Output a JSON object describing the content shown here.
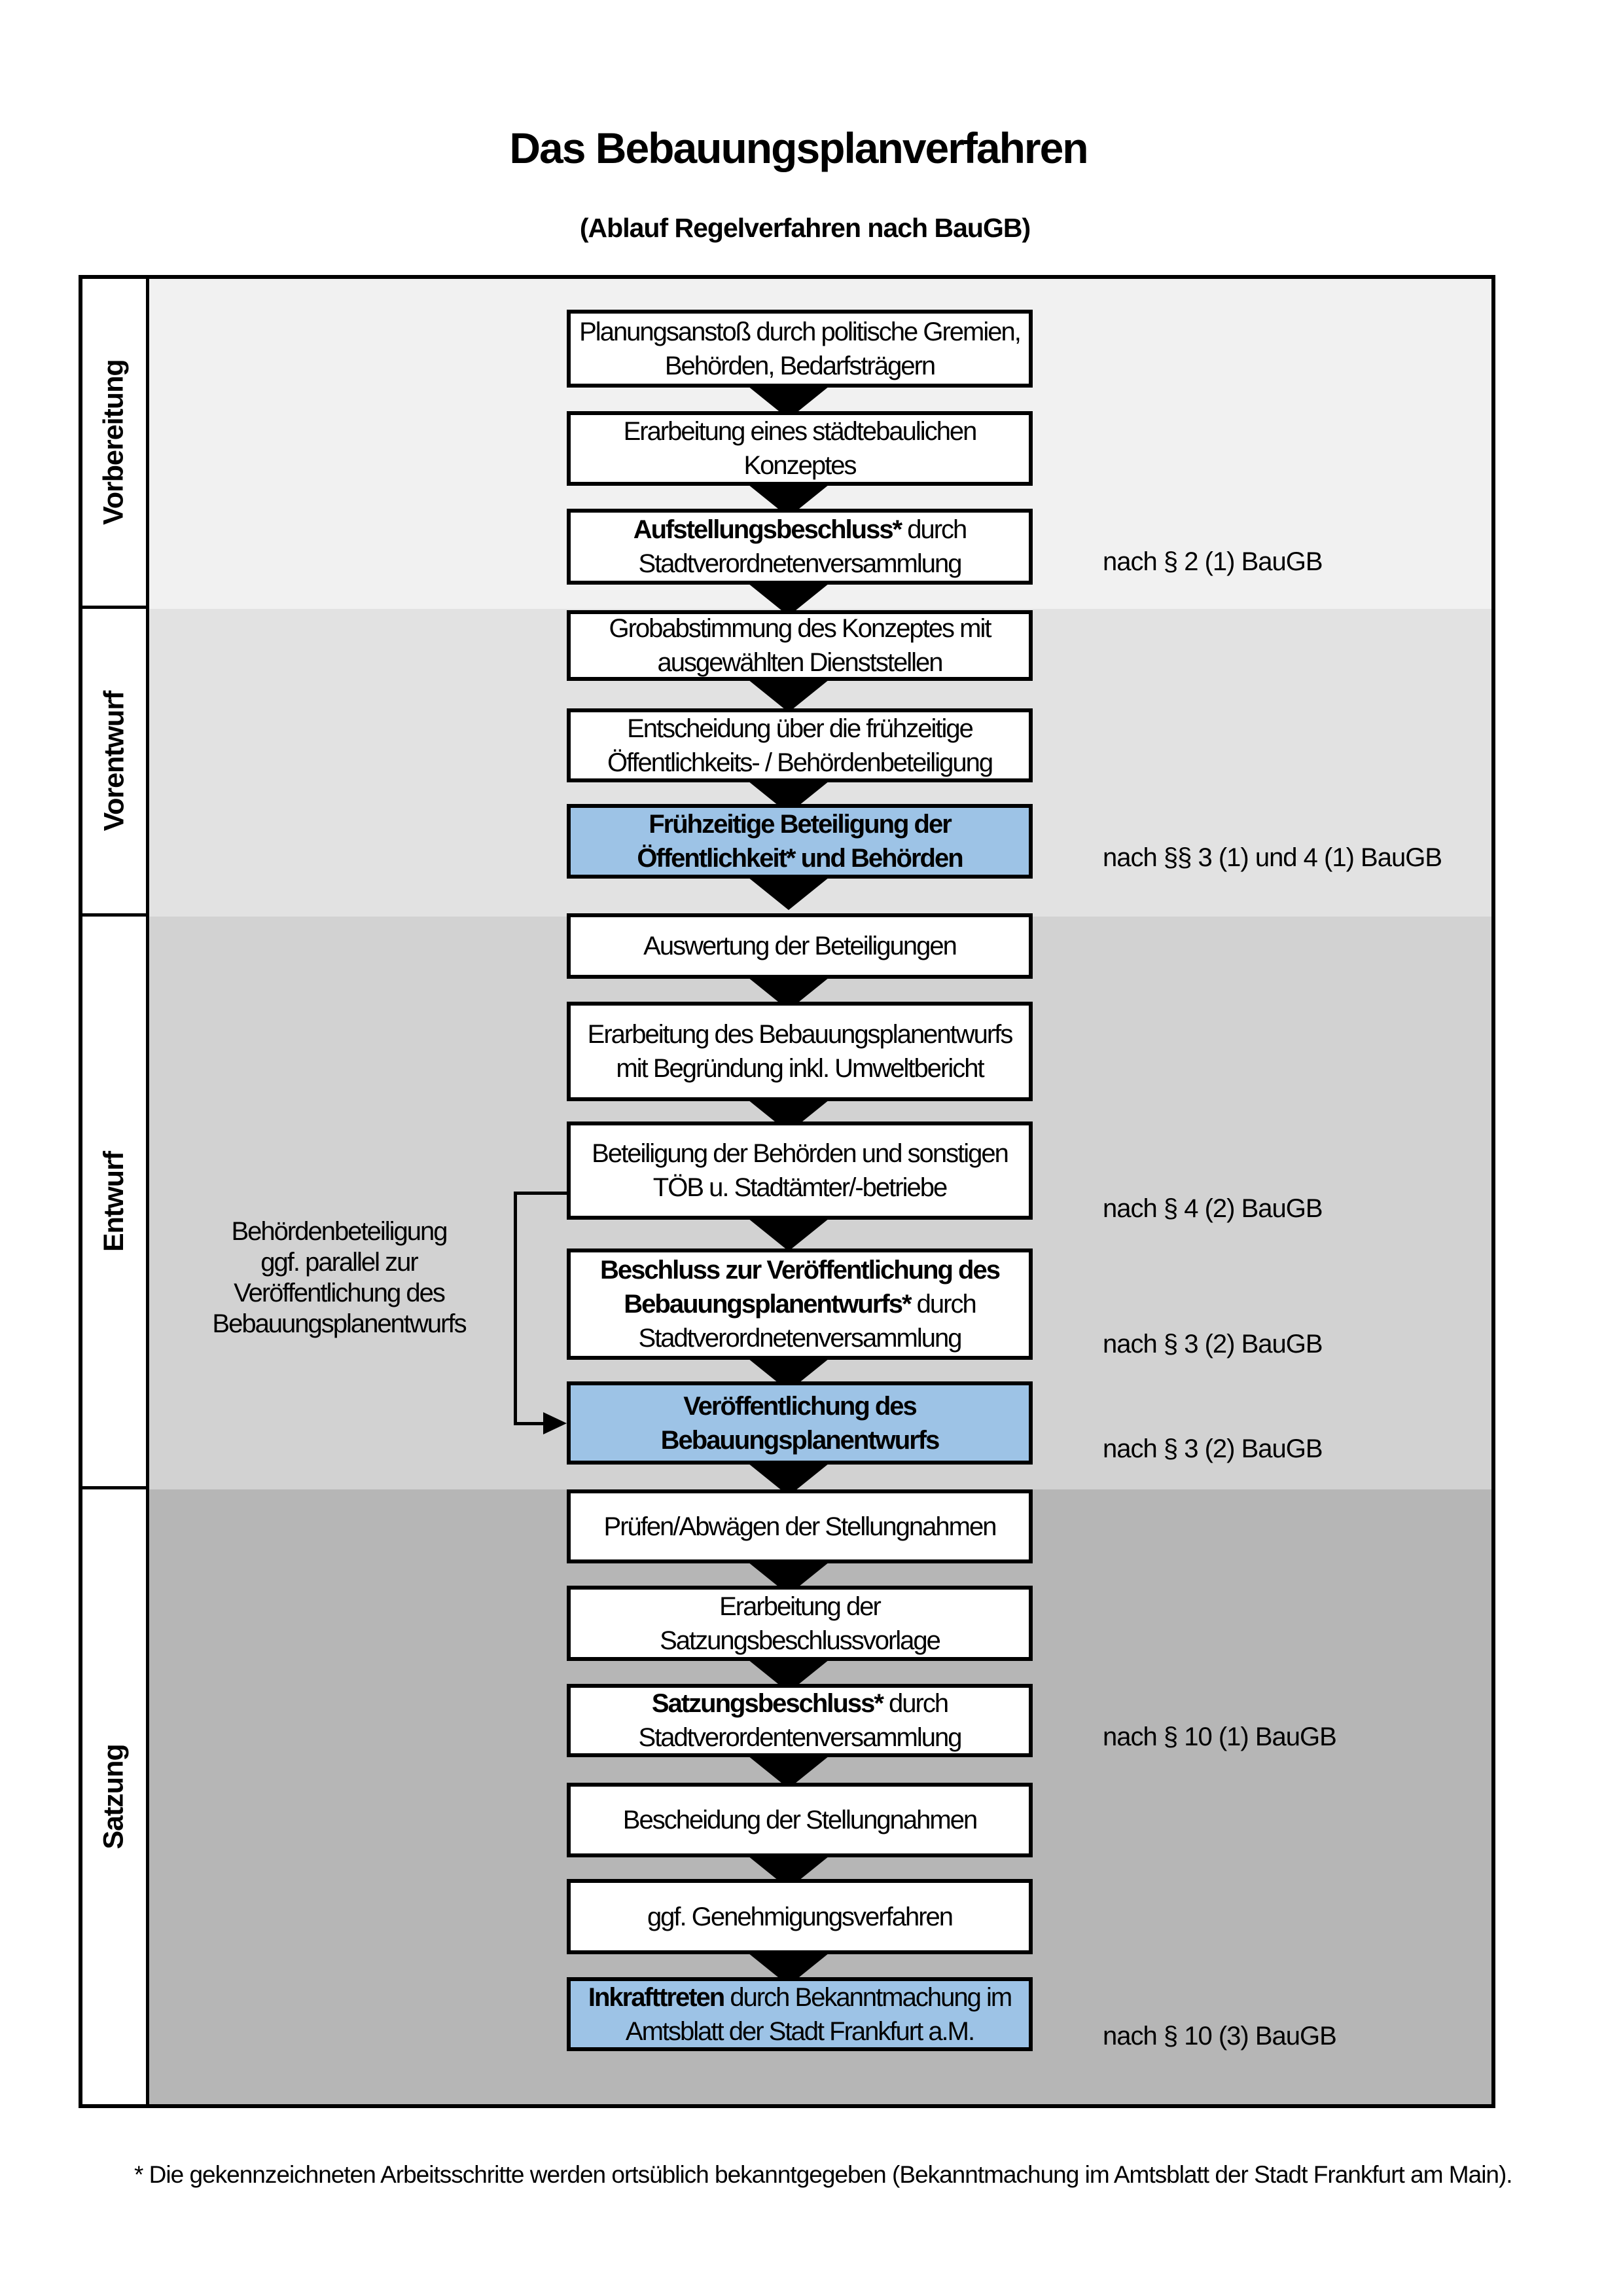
{
  "title": "Das Bebauungsplanverfahren",
  "subtitle": "(Ablauf Regelverfahren nach BauGB)",
  "colors": {
    "highlight_box": "#9DC3E6",
    "phase_vorbereitung_bg": "#F1F1F1",
    "phase_vorentwurf_bg": "#E2E2E2",
    "phase_entwurf_bg": "#D2D2D2",
    "phase_satzung_bg": "#B6B6B6",
    "line": "#000000"
  },
  "phases": [
    {
      "label": "Vorbereitung"
    },
    {
      "label": "Vorentwurf"
    },
    {
      "label": "Entwurf"
    },
    {
      "label": "Satzung"
    }
  ],
  "steps": [
    {
      "text": "Planungsanstoß durch politische Gremien, Behörden, Bedarfsträgern"
    },
    {
      "text": "Erarbeitung eines städtebaulichen Konzeptes"
    },
    {
      "bold": "Aufstellungsbeschluss*",
      "rest": " durch Stadtverordnetenversammlung",
      "ref": "nach § 2 (1) BauGB"
    },
    {
      "text": "Grobabstimmung des Konzeptes mit ausgewählten Dienststellen"
    },
    {
      "text": "Entscheidung über die frühzeitige Öffentlichkeits- / Behördenbeteiligung"
    },
    {
      "bold": "Frühzeitige Beteiligung der Öffentlichkeit* und Behörden",
      "ref": "nach §§ 3 (1) und 4 (1) BauGB"
    },
    {
      "text": "Auswertung der Beteiligungen"
    },
    {
      "text": "Erarbeitung des Bebauungsplanentwurfs mit Begründung inkl. Umweltbericht"
    },
    {
      "text": "Beteiligung der Behörden und sonstigen TÖB u. Stadtämter/-betriebe",
      "ref": "nach § 4 (2) BauGB"
    },
    {
      "bold": "Beschluss zur Veröffentlichung des Bebauungsplanentwurfs*",
      "rest": " durch Stadtverordnetenversammlung",
      "ref": "nach § 3 (2) BauGB"
    },
    {
      "bold": "Veröffentlichung des Bebauungsplanentwurfs",
      "ref": "nach § 3 (2) BauGB"
    },
    {
      "text": "Prüfen/Abwägen der Stellungnahmen"
    },
    {
      "text": "Erarbeitung der Satzungsbeschlussvorlage"
    },
    {
      "bold": "Satzungsbeschluss*",
      "rest": " durch Stadtverordentenversammlung",
      "ref": "nach § 10 (1) BauGB"
    },
    {
      "text": "Bescheidung der Stellungnahmen"
    },
    {
      "text": "ggf. Genehmigungsverfahren"
    },
    {
      "bold": "Inkrafttreten",
      "rest": " durch Bekanntmachung im Amtsblatt der Stadt Frankfurt a.M.",
      "ref": "nach § 10 (3) BauGB"
    }
  ],
  "annotation": {
    "lines": [
      "Behördenbeteiligung",
      "ggf. parallel zur",
      "Veröffentlichung des",
      "Bebauungsplanentwurfs"
    ]
  },
  "footnote": "* Die gekennzeichneten Arbeitsschritte werden ortsüblich bekanntgegeben (Bekanntmachung im Amtsblatt  der Stadt Frankfurt am Main)."
}
